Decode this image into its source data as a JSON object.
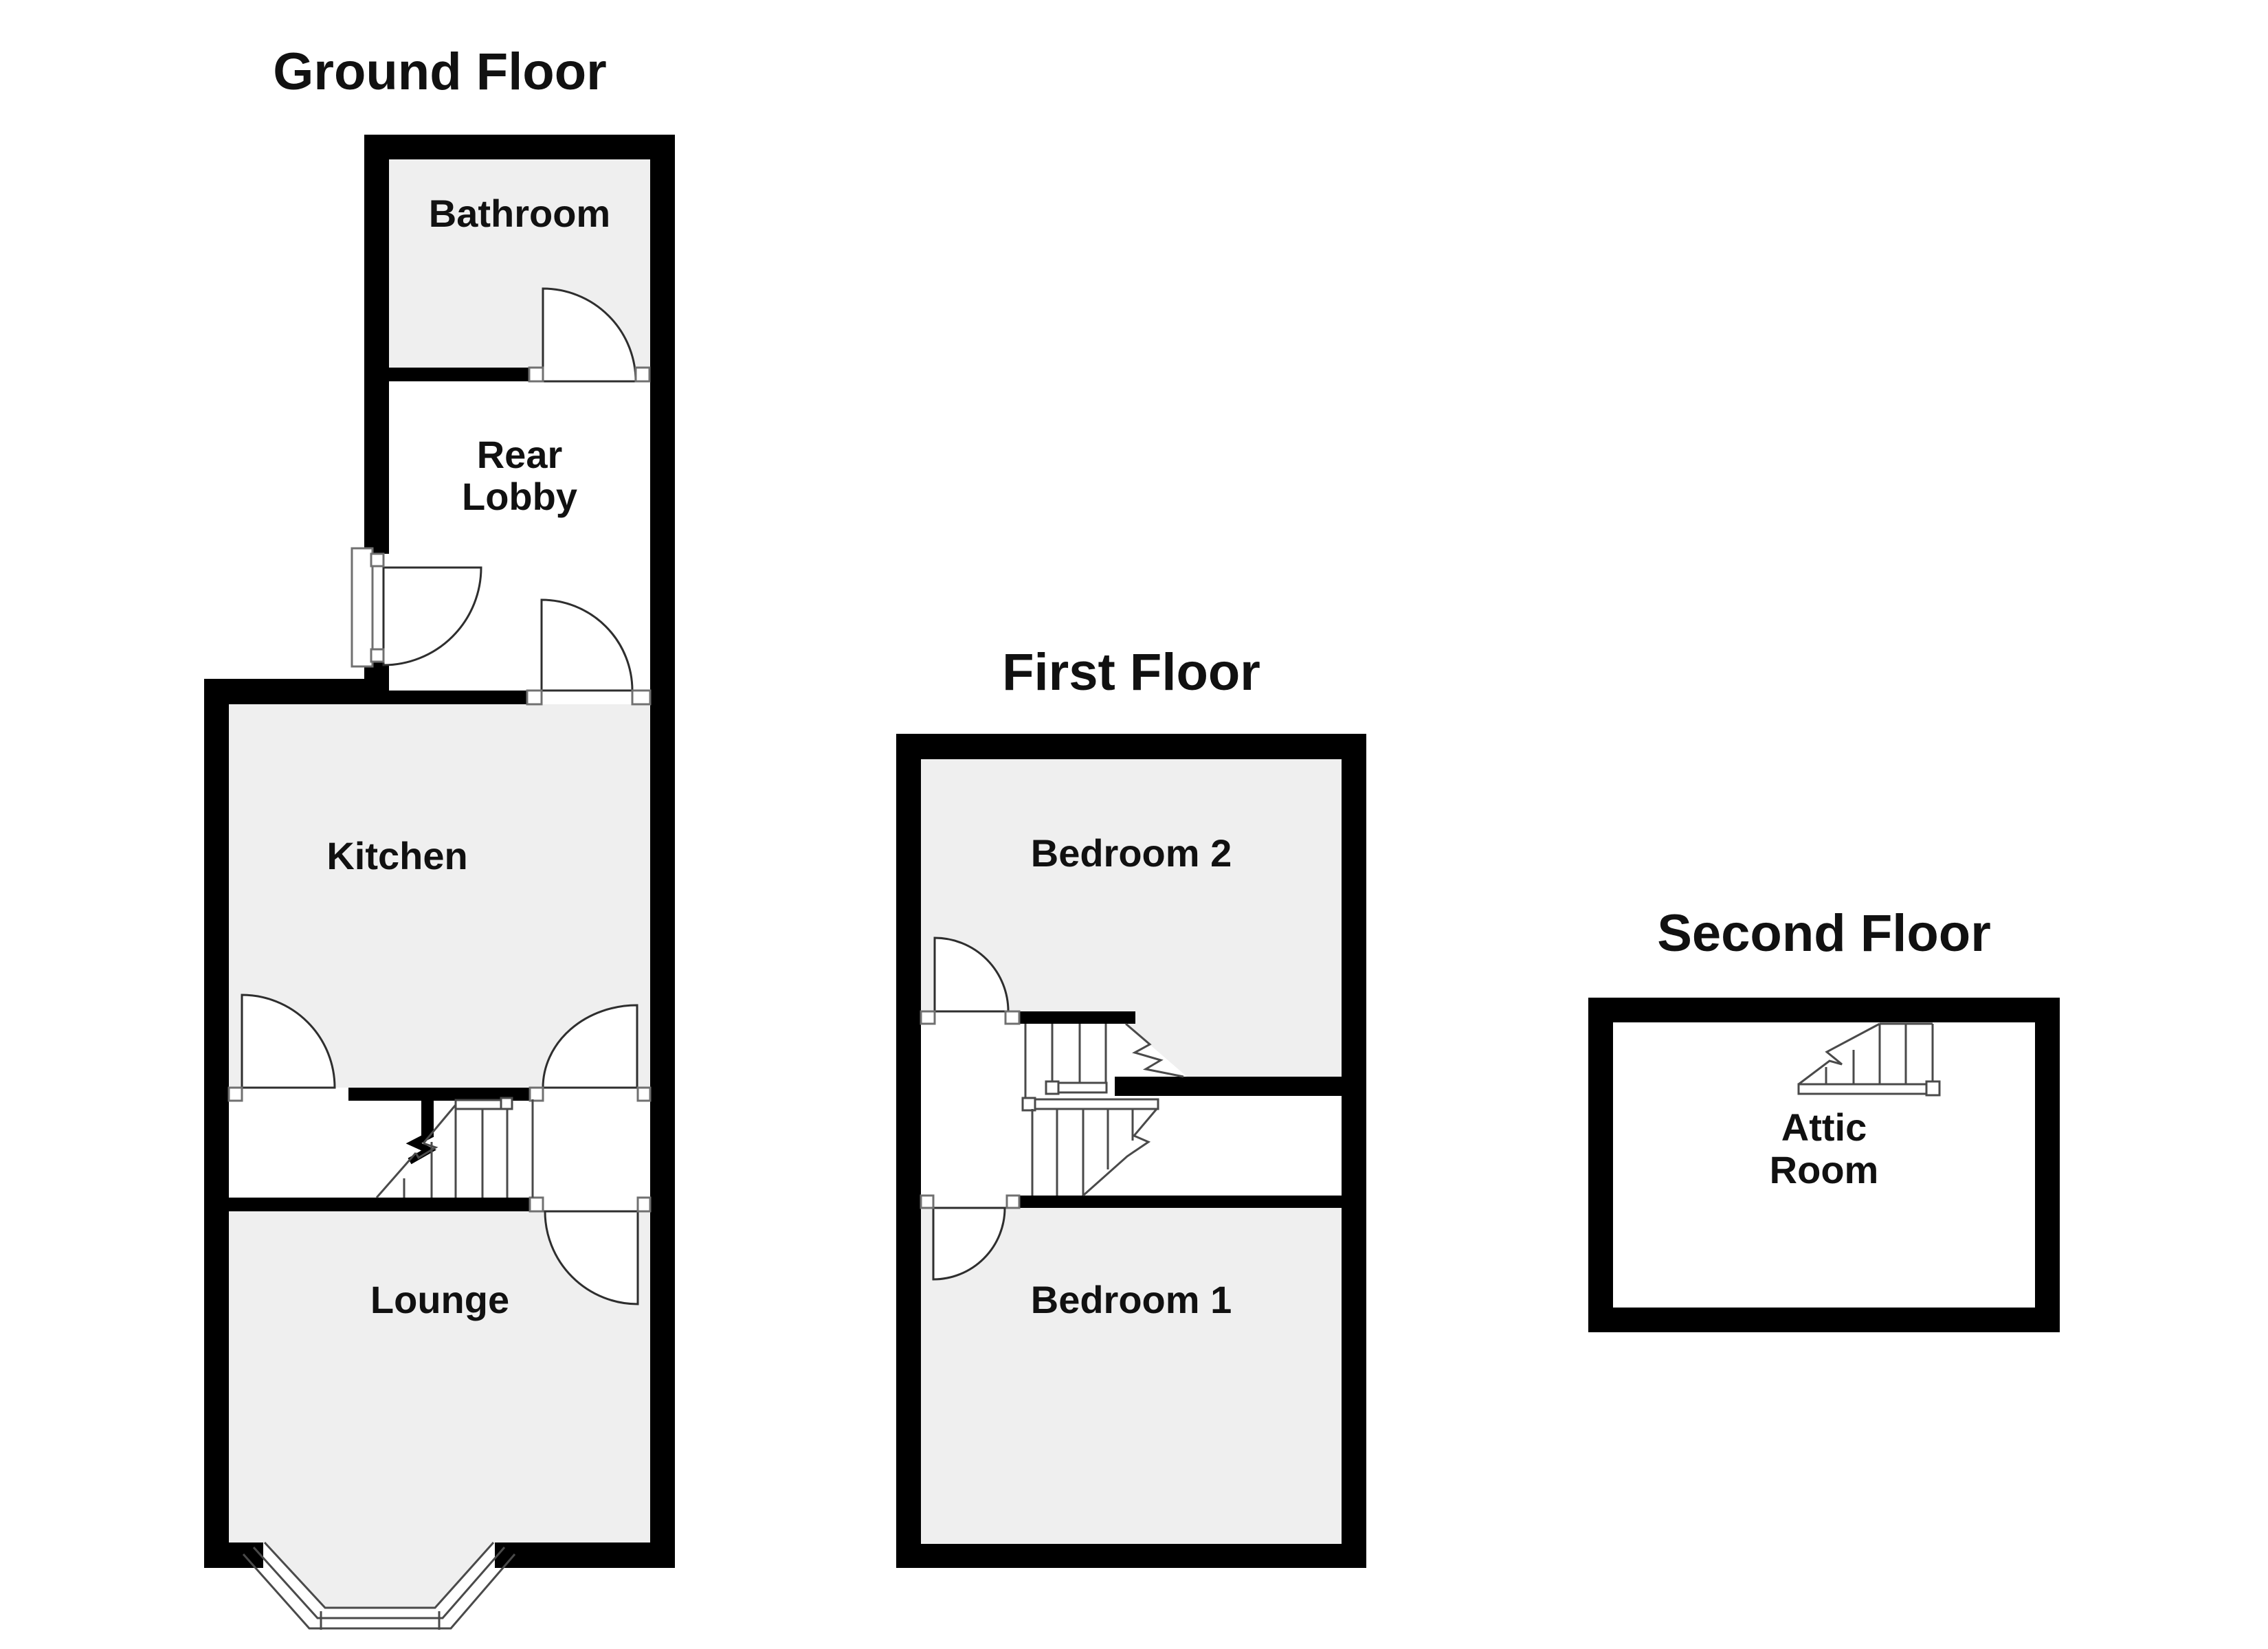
{
  "document": {
    "type": "floorplan",
    "background": "#ffffff"
  },
  "colors": {
    "bg": "#ffffff",
    "wall": "#000000",
    "room": "#efefef",
    "hall": "#ffffff",
    "line": "#4a4a4a",
    "arc": "#2e2e2e",
    "jamb": "#707070",
    "text": "#111111"
  },
  "labels": {
    "ground_title": "Ground Floor",
    "bathroom": "Bathroom",
    "rear_lobby_line1": "Rear",
    "rear_lobby_line2": "Lobby",
    "kitchen": "Kitchen",
    "lounge": "Lounge",
    "first_title": "First Floor",
    "bedroom2": "Bedroom 2",
    "bedroom1": "Bedroom 1",
    "second_title": "Second Floor",
    "attic_line1": "Attic",
    "attic_line2": "Room"
  },
  "floors": [
    {
      "title": "Ground Floor",
      "rooms": [
        "Bathroom",
        "Rear Lobby",
        "Kitchen",
        "Lounge"
      ],
      "features": [
        "staircase",
        "bay window",
        "rear door",
        "5 internal doors"
      ]
    },
    {
      "title": "First Floor",
      "rooms": [
        "Bedroom 2",
        "Bedroom 1"
      ],
      "features": [
        "staircase with half landing",
        "2 internal doors"
      ]
    },
    {
      "title": "Second Floor",
      "rooms": [
        "Attic Room"
      ],
      "features": [
        "staircase"
      ]
    }
  ]
}
